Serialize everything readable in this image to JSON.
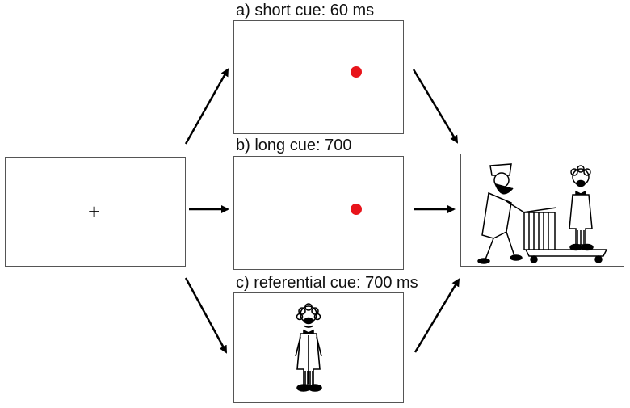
{
  "fixation": {
    "symbol": "+"
  },
  "cues": [
    {
      "label": "a) short cue: 60 ms"
    },
    {
      "label": "b) long cue: 700"
    },
    {
      "label": "c) referential cue: 700 ms"
    }
  ],
  "colors": {
    "cue_dot": "#e8141b",
    "arrow": "#000000",
    "border": "#555555"
  }
}
